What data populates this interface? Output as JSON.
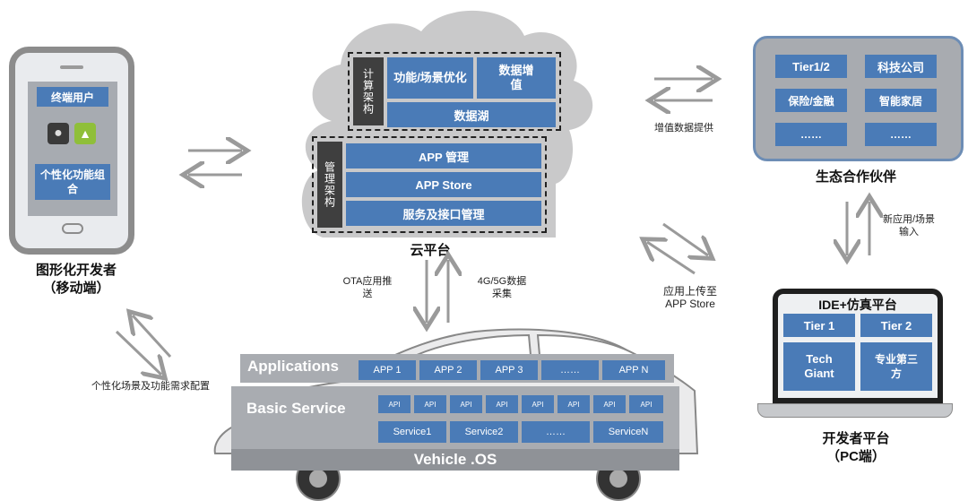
{
  "mobile": {
    "end_user": "终端用户",
    "personal_func": "个性化功能组合",
    "caption_1": "图形化开发者",
    "caption_2": "（移动端）"
  },
  "cloud": {
    "compute_arch": "计算架构",
    "func_opt": "功能/场景优化",
    "data_value_add": "数据增值",
    "data_lake": "数据湖",
    "mgmt_arch": "管理架构",
    "app_mgmt": "APP 管理",
    "app_store": "APP Store",
    "service_mgmt": "服务及接口管理",
    "caption": "云平台"
  },
  "partners": {
    "items": [
      "Tier1/2",
      "科技公司",
      "保险/金融",
      "智能家居",
      "……",
      "……"
    ],
    "caption": "生态合作伙伴"
  },
  "developer_pc": {
    "title": "IDE+仿真平台",
    "items": [
      "Tier 1",
      "Tier 2",
      "Tech Giant",
      "专业第三方"
    ],
    "caption_1": "开发者平台",
    "caption_2": "（PC端）"
  },
  "vehicle": {
    "applications_label": "Applications",
    "apps": [
      "APP 1",
      "APP 2",
      "APP 3",
      "……",
      "APP N"
    ],
    "basic_service_label": "Basic Service",
    "apis": [
      "API",
      "API",
      "API",
      "API",
      "API",
      "API",
      "API",
      "API"
    ],
    "services": [
      "Service1",
      "Service2",
      "……",
      "ServiceN"
    ],
    "os_label": "Vehicle .OS"
  },
  "edges": {
    "value_add_data": "增值数据提供",
    "new_app_input": "新应用/场景输入",
    "upload_app_store": "应用上传至APP Store",
    "ota_push": "OTA应用推送",
    "data_collect": "4G/5G数据采集",
    "personal_config": "个性化场景及功能需求配置"
  },
  "colors": {
    "box_blue": "#4a7bb7",
    "panel_gray": "#a9acb1",
    "cloud_gray": "#c9c9ca",
    "arrow_gray": "#9a9a9a"
  }
}
